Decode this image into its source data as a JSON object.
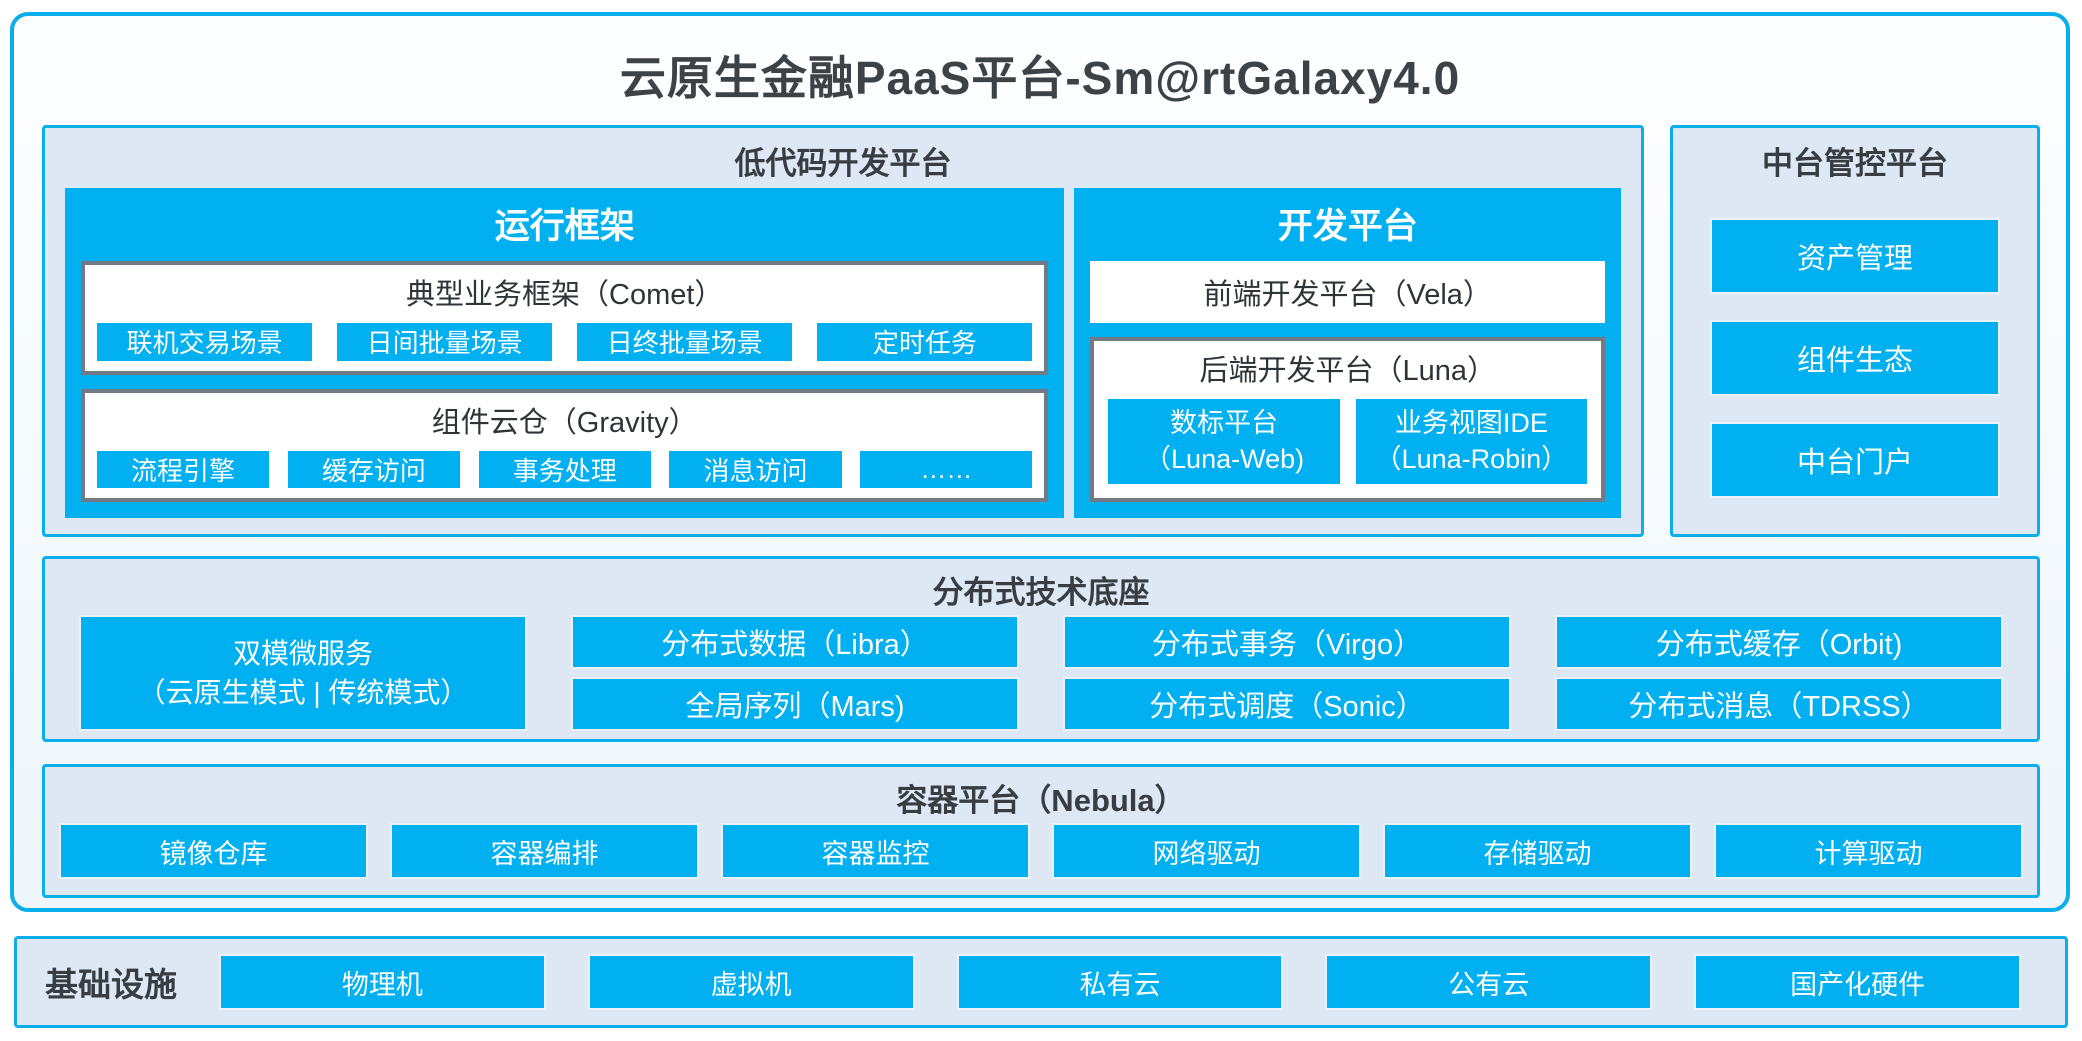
{
  "title": "云原生金融PaaS平台-Sm@rtGalaxy4.0",
  "colors": {
    "accent_blue": "#00b0f0",
    "panel_background": "#dde8f4",
    "box_border_gray": "#747a83",
    "text_dark": "#3d4247"
  },
  "lowcode": {
    "label": "低代码开发平台",
    "runtime": {
      "title": "运行框架",
      "comet": {
        "title": "典型业务框架（Comet）",
        "chips": [
          "联机交易场景",
          "日间批量场景",
          "日终批量场景",
          "定时任务"
        ]
      },
      "gravity": {
        "title": "组件云仓（Gravity）",
        "chips": [
          "流程引擎",
          "缓存访问",
          "事务处理",
          "消息访问",
          "……"
        ]
      }
    },
    "dev": {
      "title": "开发平台",
      "vela_label": "前端开发平台（Vela）",
      "luna": {
        "title": "后端开发平台（Luna）",
        "chips": [
          {
            "name": "数标平台",
            "code": "（Luna-Web)"
          },
          {
            "name": "业务视图IDE",
            "code": "（Luna-Robin）"
          }
        ]
      }
    }
  },
  "midplatform": {
    "label": "中台管控平台",
    "items": [
      "资产管理",
      "组件生态",
      "中台门户"
    ]
  },
  "distributed": {
    "label": "分布式技术底座",
    "dual_mode": {
      "line1": "双模微服务",
      "line2": "（云原生模式 | 传统模式）"
    },
    "columns": [
      {
        "top": "分布式数据（Libra）",
        "bottom": "全局序列（Mars)"
      },
      {
        "top": "分布式事务（Virgo）",
        "bottom": "分布式调度（Sonic）"
      },
      {
        "top": "分布式缓存（Orbit)",
        "bottom": "分布式消息（TDRSS）"
      }
    ]
  },
  "container_platform": {
    "label": "容器平台（Nebula）",
    "chips": [
      "镜像仓库",
      "容器编排",
      "容器监控",
      "网络驱动",
      "存储驱动",
      "计算驱动"
    ]
  },
  "infrastructure": {
    "label": "基础设施",
    "chips": [
      "物理机",
      "虚拟机",
      "私有云",
      "公有云",
      "国产化硬件"
    ]
  }
}
